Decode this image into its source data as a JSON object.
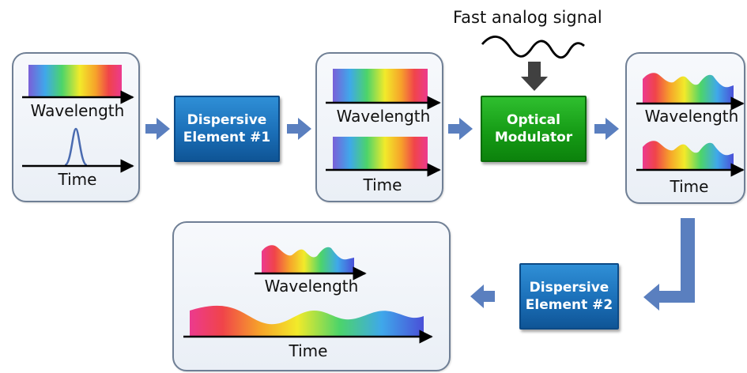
{
  "stages": {
    "input": {
      "wavelength_label": "Wavelength",
      "time_label": "Time"
    },
    "dispersive1": {
      "line1": "Dispersive",
      "line2": "Element #1"
    },
    "after_dispersion": {
      "wavelength_label": "Wavelength",
      "time_label": "Time"
    },
    "modulator": {
      "line1": "Optical",
      "line2": "Modulator"
    },
    "after_modulation": {
      "wavelength_label": "Wavelength",
      "time_label": "Time"
    },
    "dispersive2": {
      "line1": "Dispersive",
      "line2": "Element #2"
    },
    "output": {
      "wavelength_label": "Wavelength",
      "time_label": "Time"
    }
  },
  "signal_label": "Fast analog signal",
  "colors": {
    "block_blue": "#1b6fb8",
    "block_green": "#169c16",
    "arrow": "#5a7fbf",
    "down_arrow": "#404040",
    "panel_border": "#6f7f95",
    "pulse": "#4a6bb0"
  }
}
